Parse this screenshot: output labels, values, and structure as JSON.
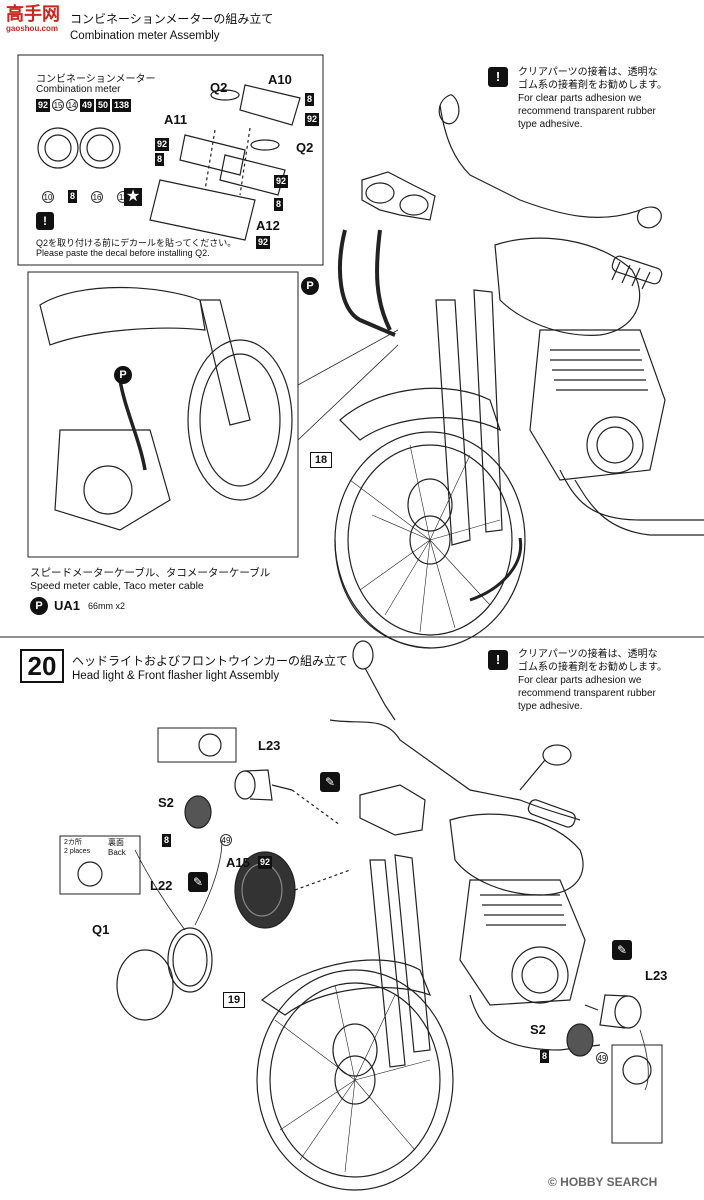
{
  "watermark_top": {
    "logo_text": "高手网",
    "sub_text": "gaoshou.com"
  },
  "step19": {
    "title_jp": "コンビネーションメーターの組み立て",
    "title_en": "Combination meter Assembly",
    "inset": {
      "caption_jp": "コンビネーションメーター",
      "caption_en": "Combination meter",
      "top_codes": [
        "92",
        "15",
        "14",
        "49",
        "50",
        "138"
      ],
      "bottom_codes": [
        "10",
        "8",
        "16",
        "11"
      ],
      "parts": {
        "q2_a": "Q2",
        "a10": "A10",
        "a11": "A11",
        "q2_b": "Q2",
        "a12": "A12"
      },
      "codes": {
        "a10_1": "8",
        "a10_2": "92",
        "a11_1": "92",
        "a11_2": "8",
        "q2b_1": "92",
        "q2b_2": "8",
        "a12": "92"
      },
      "decal_note_jp": "Q2を取り付ける前にデカールを貼ってください。",
      "decal_note_en": "Please paste the decal before installing Q2."
    },
    "clear_note": {
      "jp_line1": "クリアパーツの接着は、透明な",
      "jp_line2": "ゴム系の接着剤をお勧めします。",
      "en_line1": "For clear parts adhesion we",
      "en_line2": "recommend transparent rubber",
      "en_line3": "type adhesive."
    },
    "p_marker": "P",
    "ref_step": "18",
    "cable_caption_jp": "スピードメーターケーブル、タコメーターケーブル",
    "cable_caption_en": "Speed meter cable, Taco meter cable",
    "cable_part": "UA1",
    "cable_spec": "66mm x2"
  },
  "step20": {
    "number": "20",
    "title_jp": "ヘッドライトおよびフロントウインカーの組み立て",
    "title_en": "Head light & Front flasher light Assembly",
    "clear_note": {
      "jp_line1": "クリアパーツの接着は、透明な",
      "jp_line2": "ゴム系の接着剤をお勧めします。",
      "en_line1": "For clear parts adhesion we",
      "en_line2": "recommend transparent rubber",
      "en_line3": "type adhesive."
    },
    "parts": {
      "l23_left": "L23",
      "s2_left": "S2",
      "a15": "A15",
      "l22": "L22",
      "q1": "Q1",
      "l23_right": "L23",
      "s2_right": "S2"
    },
    "codes": {
      "s2l_1": "8",
      "s2l_2": "49",
      "a15": "92",
      "s2r_1": "8",
      "s2r_2": "49"
    },
    "places_note": {
      "jp": "2カ所",
      "en": "2 places",
      "back_jp": "裏面",
      "back_en": "Back"
    },
    "ref_step": "19"
  },
  "watermark_bottom": "© HOBBY SEARCH"
}
